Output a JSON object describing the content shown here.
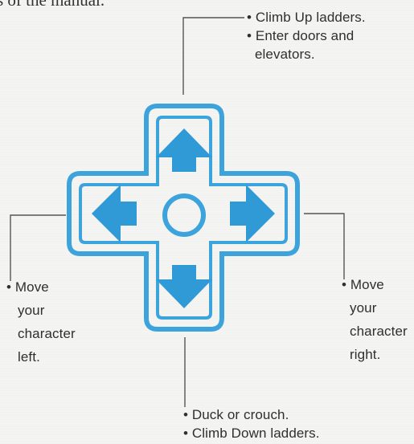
{
  "header": {
    "partial_text": "s of the manual."
  },
  "colors": {
    "dpad_outline": "#3da3dc",
    "arrow_fill": "#2f9ad6",
    "leader_line": "#555555",
    "text": "#2f2f2f"
  },
  "dpad": {
    "up": {
      "icon": "arrow-up-icon",
      "lines": [
        "• Climb Up ladders.",
        "• Enter doors and",
        "elevators."
      ]
    },
    "left": {
      "icon": "arrow-left-icon",
      "lines": [
        "• Move",
        "your",
        "character",
        "left."
      ]
    },
    "right": {
      "icon": "arrow-right-icon",
      "lines": [
        "• Move",
        "your",
        "character",
        "right."
      ]
    },
    "down": {
      "icon": "arrow-down-icon",
      "lines": [
        "• Duck or crouch.",
        "• Climb Down ladders."
      ]
    },
    "center": {
      "icon": "circle-center-icon"
    }
  }
}
